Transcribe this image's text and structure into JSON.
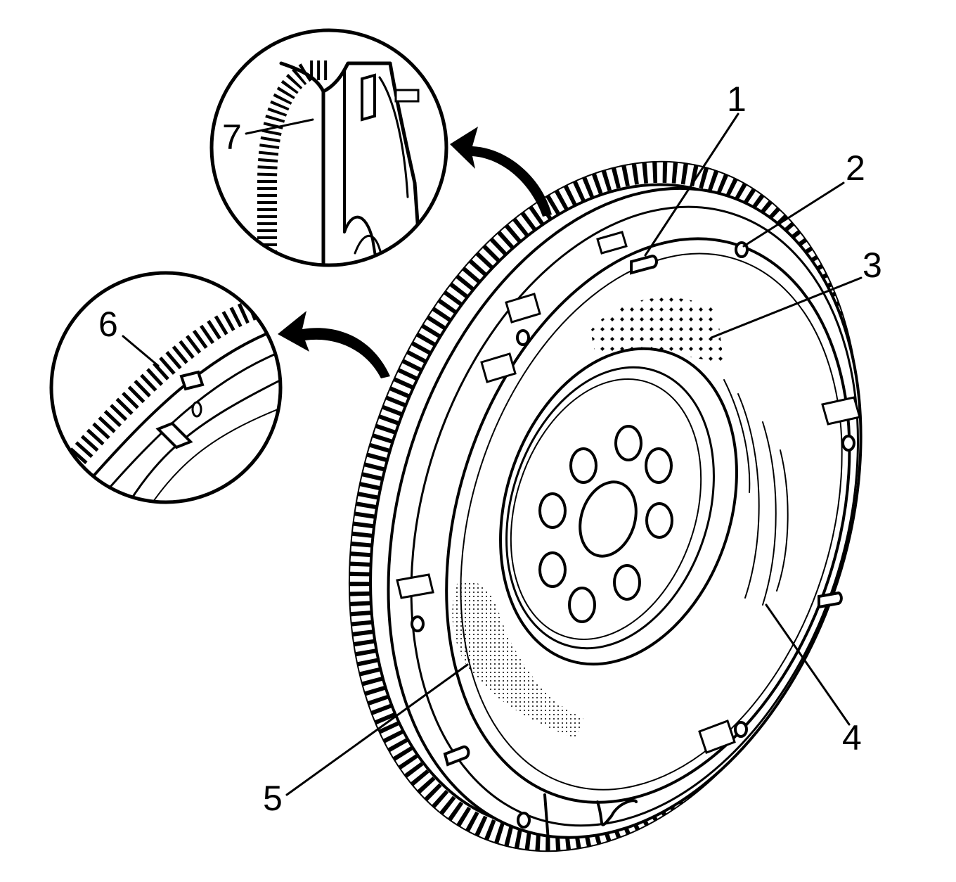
{
  "diagram": {
    "subject": "flywheel-assembly",
    "line_color": "#000000",
    "background": "#ffffff",
    "callouts": [
      "1",
      "2",
      "3",
      "4",
      "5",
      "6",
      "7"
    ],
    "insets": [
      {
        "callout": "6",
        "shows": "ring-gear-teeth-detail"
      },
      {
        "callout": "7",
        "shows": "ring-gear-cross-section-detail"
      }
    ]
  }
}
